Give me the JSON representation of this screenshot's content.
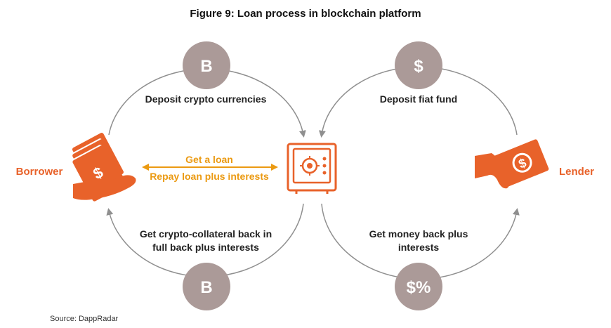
{
  "title": "Figure 9: Loan process in blockchain platform",
  "left_cycle": {
    "top_symbol": "B",
    "top_label": "Deposit crypto currencies",
    "bottom_symbol": "B",
    "bottom_label_line1": "Get crypto-collateral back in",
    "bottom_label_line2": "full back plus interests"
  },
  "right_cycle": {
    "top_symbol": "$",
    "top_label": "Deposit fiat fund",
    "bottom_symbol": "$%",
    "bottom_label_line1": "Get money back plus",
    "bottom_label_line2": "interests"
  },
  "center": {
    "arrow_top": "Get a loan",
    "arrow_bottom": "Repay loan plus interests"
  },
  "actors": {
    "borrower": "Borrower",
    "lender": "Lender"
  },
  "source": "Source: DappRadar",
  "colors": {
    "circle": "#ab9a98",
    "arc": "#8f8f8f",
    "accent": "#e8622a",
    "arrow": "#eb9a12"
  }
}
